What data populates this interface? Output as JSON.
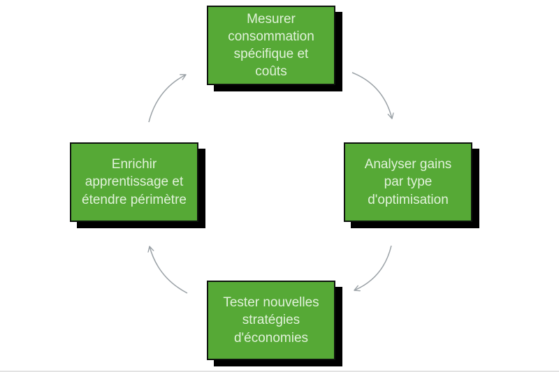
{
  "diagram": {
    "type": "cycle",
    "direction": "clockwise",
    "nodes": [
      {
        "id": "top",
        "label": "Mesurer\nconsommation\nspécifique et\ncoûts"
      },
      {
        "id": "right",
        "label": "Analyser gains\npar type\nd'optimisation"
      },
      {
        "id": "bottom",
        "label": "Tester nouvelles\nstratégies\nd'économies"
      },
      {
        "id": "left",
        "label": "Enrichir\napprentissage et\nétendre périmètre"
      }
    ],
    "arrows": [
      {
        "from": "top",
        "to": "right"
      },
      {
        "from": "right",
        "to": "bottom"
      },
      {
        "from": "bottom",
        "to": "left"
      },
      {
        "from": "left",
        "to": "top"
      }
    ],
    "colors": {
      "box_fill": "#56a936",
      "box_border": "#0d120d",
      "box_shadow": "#000000",
      "text": "#e1f2da",
      "arrow": "#9aa1a6",
      "background": "#ffffff"
    }
  }
}
